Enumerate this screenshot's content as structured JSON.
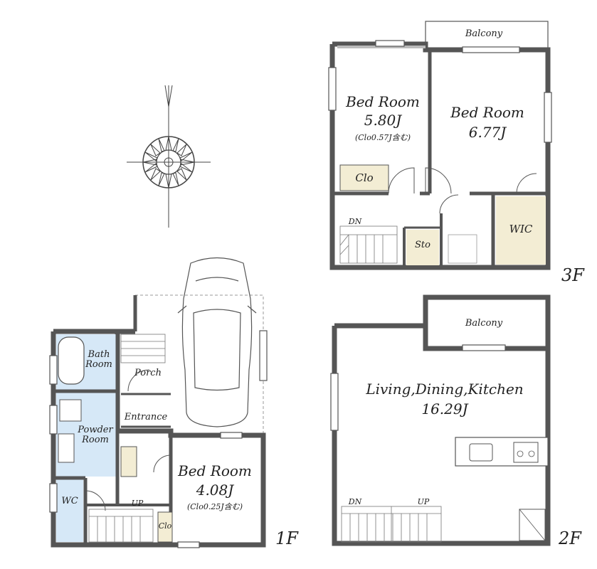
{
  "floors": {
    "third": {
      "label": "3F",
      "balcony": "Balcony",
      "bedroom_a": {
        "name": "Bed Room",
        "size": "5.80J",
        "note": "(Clo0.57J含む)"
      },
      "bedroom_b": {
        "name": "Bed Room",
        "size": "6.77J"
      },
      "closet": "Clo",
      "storage": "Sto",
      "wic": "WIC",
      "stair_down": "DN"
    },
    "second": {
      "label": "2F",
      "balcony": "Balcony",
      "ldk": {
        "name": "Living,Dining,Kitchen",
        "size": "16.29J"
      },
      "stair_down": "DN",
      "stair_up": "UP"
    },
    "first": {
      "label": "1F",
      "bath": "Bath Room",
      "porch": "Porch",
      "entrance": "Entrance",
      "powder": "Powder Room",
      "wc": "WC",
      "bedroom": {
        "name": "Bed Room",
        "size": "4.08J",
        "note": "(Clo0.25J含む)"
      },
      "closet": "Clo",
      "stair_up": "UP"
    }
  },
  "colors": {
    "wall": "#555555",
    "wet_area": "#d6e8f7",
    "storage": "#f3edd4"
  }
}
